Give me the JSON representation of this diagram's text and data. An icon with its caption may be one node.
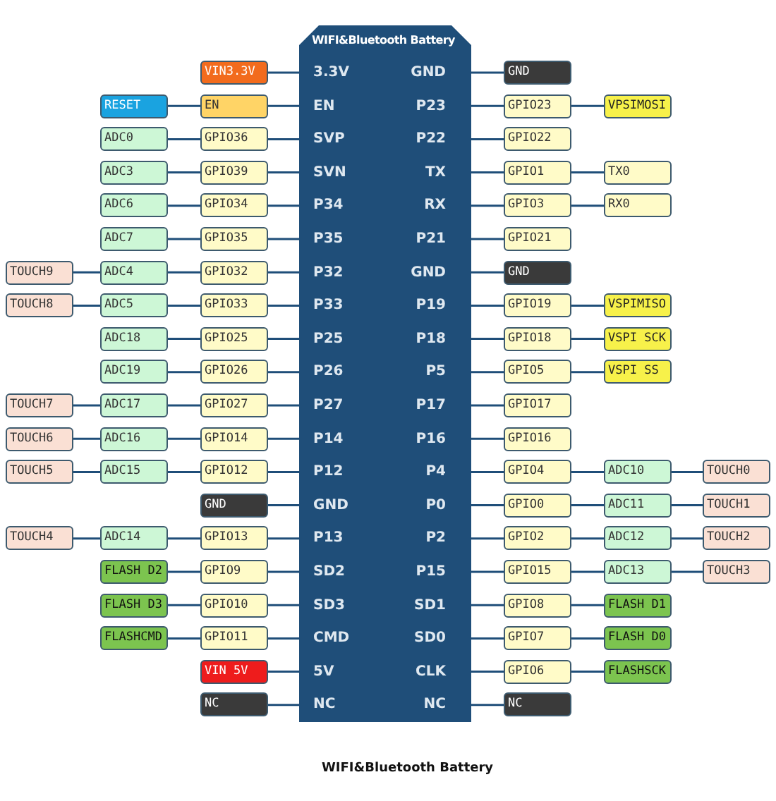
{
  "diagram": {
    "nodes": [
      {
        "text": [
          "WIFI&Bluetooth Battery"
        ]
      },
      {
        "text": [
          "VIN3.3V"
        ]
      },
      {
        "text": [
          "3.3V"
        ],
        "in": 0
      },
      {
        "text": [
          "GND"
        ],
        "in": 0
      },
      {
        "text": [
          "GND"
        ]
      },
      {
        "text": [
          "RESET"
        ]
      },
      {
        "text": [
          "EN"
        ]
      },
      {
        "text": [
          "EN"
        ],
        "in": 0
      },
      {
        "text": [
          "P23"
        ],
        "in": 0
      },
      {
        "text": [
          "GPIO23"
        ]
      },
      {
        "text": [
          "VPSIMOSI"
        ]
      },
      {
        "text": [
          "ADC0"
        ]
      },
      {
        "text": [
          "GPIO36"
        ]
      },
      {
        "text": [
          "SVP"
        ],
        "in": 0
      },
      {
        "text": [
          "P22"
        ],
        "in": 0
      },
      {
        "text": [
          "GPIO22"
        ]
      },
      {
        "text": [
          "ADC3"
        ]
      },
      {
        "text": [
          "GPIO39"
        ]
      },
      {
        "text": [
          "SVN"
        ],
        "in": 0
      },
      {
        "text": [
          "TX"
        ],
        "in": 0
      },
      {
        "text": [
          "GPIO1"
        ]
      },
      {
        "text": [
          "TX0"
        ]
      },
      {
        "text": [
          "ADC6"
        ]
      },
      {
        "text": [
          "GPIO34"
        ]
      },
      {
        "text": [
          "P34"
        ],
        "in": 0
      },
      {
        "text": [
          "RX"
        ],
        "in": 0
      },
      {
        "text": [
          "GPIO3"
        ]
      },
      {
        "text": [
          "RX0"
        ]
      },
      {
        "text": [
          "ADC7"
        ]
      },
      {
        "text": [
          "GPIO35"
        ]
      },
      {
        "text": [
          "P35"
        ],
        "in": 0
      },
      {
        "text": [
          "P21"
        ],
        "in": 0
      },
      {
        "text": [
          "GPIO21"
        ]
      },
      {
        "text": [
          "TOUCH9"
        ]
      },
      {
        "text": [
          "ADC4"
        ]
      },
      {
        "text": [
          "GPIO32"
        ]
      },
      {
        "text": [
          "P32"
        ],
        "in": 0
      },
      {
        "text": [
          "GND"
        ],
        "in": 0
      },
      {
        "text": [
          "GND"
        ]
      },
      {
        "text": [
          "TOUCH8"
        ]
      },
      {
        "text": [
          "ADC5"
        ]
      },
      {
        "text": [
          "GPIO33"
        ]
      },
      {
        "text": [
          "P33"
        ],
        "in": 0
      },
      {
        "text": [
          "P19"
        ],
        "in": 0
      },
      {
        "text": [
          "GPIO19"
        ]
      },
      {
        "text": [
          "VSPIMISO"
        ]
      },
      {
        "text": [
          "ADC18"
        ]
      },
      {
        "text": [
          "GPIO25"
        ]
      },
      {
        "text": [
          "P25"
        ],
        "in": 0
      },
      {
        "text": [
          "P18"
        ],
        "in": 0
      },
      {
        "text": [
          "GPIO18"
        ]
      },
      {
        "text": [
          "VSPI SCK"
        ]
      },
      {
        "text": [
          "ADC19"
        ]
      },
      {
        "text": [
          "GPIO26"
        ]
      },
      {
        "text": [
          "P26"
        ],
        "in": 0
      },
      {
        "text": [
          "P5"
        ],
        "in": 0
      },
      {
        "text": [
          "GPIO5"
        ]
      },
      {
        "text": [
          "VSPI SS"
        ]
      },
      {
        "text": [
          "TOUCH7"
        ]
      },
      {
        "text": [
          "ADC17"
        ]
      },
      {
        "text": [
          "GPIO27"
        ]
      },
      {
        "text": [
          "P27"
        ],
        "in": 0
      },
      {
        "text": [
          "P17"
        ],
        "in": 0
      },
      {
        "text": [
          "GPIO17"
        ]
      },
      {
        "text": [
          "TOUCH6"
        ]
      },
      {
        "text": [
          "ADC16"
        ]
      },
      {
        "text": [
          "GPIO14"
        ]
      },
      {
        "text": [
          "P14"
        ],
        "in": 0
      },
      {
        "text": [
          "P16"
        ],
        "in": 0
      },
      {
        "text": [
          "GPIO16"
        ]
      },
      {
        "text": [
          "TOUCH5"
        ]
      },
      {
        "text": [
          "ADC15"
        ]
      },
      {
        "text": [
          "GPIO12"
        ]
      },
      {
        "text": [
          "P12"
        ],
        "in": 0
      },
      {
        "text": [
          "P4"
        ],
        "in": 0
      },
      {
        "text": [
          "GPIO4"
        ]
      },
      {
        "text": [
          "ADC10"
        ]
      },
      {
        "text": [
          "TOUCH0"
        ]
      },
      {
        "text": [
          "GND"
        ]
      },
      {
        "text": [
          "GND"
        ],
        "in": 0
      },
      {
        "text": [
          "P0"
        ],
        "in": 0
      },
      {
        "text": [
          "GPIO0"
        ]
      },
      {
        "text": [
          "ADC11"
        ]
      },
      {
        "text": [
          "TOUCH1"
        ]
      },
      {
        "text": [
          "TOUCH4"
        ]
      },
      {
        "text": [
          "ADC14"
        ]
      },
      {
        "text": [
          "GPIO13"
        ]
      },
      {
        "text": [
          "P13"
        ],
        "in": 0
      },
      {
        "text": [
          "P2"
        ],
        "in": 0
      },
      {
        "text": [
          "GPIO2"
        ]
      },
      {
        "text": [
          "ADC12"
        ]
      },
      {
        "text": [
          "TOUCH2"
        ]
      },
      {
        "text": [
          "FLASH D2"
        ]
      },
      {
        "text": [
          "GPIO9"
        ]
      },
      {
        "text": [
          "SD2"
        ],
        "in": 0
      },
      {
        "text": [
          "P15"
        ],
        "in": 0
      },
      {
        "text": [
          "GPIO15"
        ]
      },
      {
        "text": [
          "ADC13"
        ]
      },
      {
        "text": [
          "TOUCH3"
        ]
      },
      {
        "text": [
          "FLASH D3"
        ]
      },
      {
        "text": [
          "GPIO10"
        ]
      },
      {
        "text": [
          "SD3"
        ],
        "in": 0
      },
      {
        "text": [
          "SD1"
        ],
        "in": 0
      },
      {
        "text": [
          "GPIO8"
        ]
      },
      {
        "text": [
          "FLASH D1"
        ]
      },
      {
        "text": [
          "FLASHCMD"
        ]
      },
      {
        "text": [
          "GPIO11"
        ]
      },
      {
        "text": [
          "CMD"
        ],
        "in": 0
      },
      {
        "text": [
          "SD0"
        ],
        "in": 0
      },
      {
        "text": [
          "GPIO7"
        ]
      },
      {
        "text": [
          "FLASH D0"
        ]
      },
      {
        "text": [
          "VIN 5V"
        ]
      },
      {
        "text": [
          "5V"
        ],
        "in": 0
      },
      {
        "text": [
          "CLK"
        ],
        "in": 0
      },
      {
        "text": [
          "GPIO6"
        ]
      },
      {
        "text": [
          "FLASHSCK"
        ]
      },
      {
        "text": [
          "NC"
        ]
      },
      {
        "text": [
          "NC"
        ],
        "in": 0
      },
      {
        "text": [
          "NC"
        ],
        "in": 0
      },
      {
        "text": [
          "NC"
        ]
      }
    ],
    "edges": [
      {
        "from": 2,
        "to": 1,
        "arrow": "none"
      },
      {
        "from": 3,
        "to": 4,
        "arrow": "none"
      },
      {
        "from": 7,
        "to": 6,
        "arrow": "none"
      },
      {
        "from": 6,
        "to": 5,
        "arrow": "none"
      },
      {
        "from": 8,
        "to": 9,
        "arrow": "none"
      },
      {
        "from": 9,
        "to": 10,
        "arrow": "none"
      },
      {
        "from": 13,
        "to": 12,
        "arrow": "none"
      },
      {
        "from": 12,
        "to": 11,
        "arrow": "none"
      },
      {
        "from": 14,
        "to": 15,
        "arrow": "none"
      },
      {
        "from": 18,
        "to": 17,
        "arrow": "none"
      },
      {
        "from": 17,
        "to": 16,
        "arrow": "none"
      },
      {
        "from": 19,
        "to": 20,
        "arrow": "none"
      },
      {
        "from": 20,
        "to": 21,
        "arrow": "none"
      },
      {
        "from": 24,
        "to": 23,
        "arrow": "none"
      },
      {
        "from": 23,
        "to": 22,
        "arrow": "none"
      },
      {
        "from": 25,
        "to": 26,
        "arrow": "none"
      },
      {
        "from": 26,
        "to": 27,
        "arrow": "none"
      },
      {
        "from": 30,
        "to": 29,
        "arrow": "none"
      },
      {
        "from": 29,
        "to": 28,
        "arrow": "none"
      },
      {
        "from": 31,
        "to": 32,
        "arrow": "none"
      },
      {
        "from": 36,
        "to": 35,
        "arrow": "none"
      },
      {
        "from": 35,
        "to": 34,
        "arrow": "none"
      },
      {
        "from": 34,
        "to": 33,
        "arrow": "none"
      },
      {
        "from": 37,
        "to": 38,
        "arrow": "none"
      },
      {
        "from": 42,
        "to": 41,
        "arrow": "none"
      },
      {
        "from": 41,
        "to": 40,
        "arrow": "none"
      },
      {
        "from": 40,
        "to": 39,
        "arrow": "none"
      },
      {
        "from": 43,
        "to": 44,
        "arrow": "none"
      },
      {
        "from": 44,
        "to": 45,
        "arrow": "none"
      },
      {
        "from": 48,
        "to": 47,
        "arrow": "none"
      },
      {
        "from": 47,
        "to": 46,
        "arrow": "none"
      },
      {
        "from": 49,
        "to": 50,
        "arrow": "none"
      },
      {
        "from": 50,
        "to": 51,
        "arrow": "none"
      },
      {
        "from": 54,
        "to": 53,
        "arrow": "none"
      },
      {
        "from": 53,
        "to": 52,
        "arrow": "none"
      },
      {
        "from": 55,
        "to": 56,
        "arrow": "none"
      },
      {
        "from": 56,
        "to": 57,
        "arrow": "none"
      },
      {
        "from": 61,
        "to": 60,
        "arrow": "none"
      },
      {
        "from": 60,
        "to": 59,
        "arrow": "none"
      },
      {
        "from": 59,
        "to": 58,
        "arrow": "none"
      },
      {
        "from": 62,
        "to": 63,
        "arrow": "none"
      },
      {
        "from": 67,
        "to": 66,
        "arrow": "none"
      },
      {
        "from": 66,
        "to": 65,
        "arrow": "none"
      },
      {
        "from": 65,
        "to": 64,
        "arrow": "none"
      },
      {
        "from": 68,
        "to": 69,
        "arrow": "none"
      },
      {
        "from": 73,
        "to": 72,
        "arrow": "none"
      },
      {
        "from": 72,
        "to": 71,
        "arrow": "none"
      },
      {
        "from": 71,
        "to": 70,
        "arrow": "none"
      },
      {
        "from": 74,
        "to": 75,
        "arrow": "none"
      },
      {
        "from": 75,
        "to": 76,
        "arrow": "none"
      },
      {
        "from": 76,
        "to": 77,
        "arrow": "none"
      },
      {
        "from": 79,
        "to": 78,
        "arrow": "none"
      },
      {
        "from": 80,
        "to": 81,
        "arrow": "none"
      },
      {
        "from": 81,
        "to": 82,
        "arrow": "none"
      },
      {
        "from": 82,
        "to": 83,
        "arrow": "none"
      },
      {
        "from": 87,
        "to": 86,
        "arrow": "none"
      },
      {
        "from": 86,
        "to": 85,
        "arrow": "none"
      },
      {
        "from": 85,
        "to": 84,
        "arrow": "none"
      },
      {
        "from": 88,
        "to": 89,
        "arrow": "none"
      },
      {
        "from": 89,
        "to": 90,
        "arrow": "none"
      },
      {
        "from": 90,
        "to": 91,
        "arrow": "none"
      },
      {
        "from": 94,
        "to": 93,
        "arrow": "none"
      },
      {
        "from": 93,
        "to": 92,
        "arrow": "none"
      },
      {
        "from": 95,
        "to": 96,
        "arrow": "none"
      },
      {
        "from": 96,
        "to": 97,
        "arrow": "none"
      },
      {
        "from": 97,
        "to": 98,
        "arrow": "none"
      },
      {
        "from": 101,
        "to": 100,
        "arrow": "none"
      },
      {
        "from": 100,
        "to": 99,
        "arrow": "none"
      },
      {
        "from": 102,
        "to": 103,
        "arrow": "none"
      },
      {
        "from": 103,
        "to": 104,
        "arrow": "none"
      },
      {
        "from": 107,
        "to": 106,
        "arrow": "none"
      },
      {
        "from": 106,
        "to": 105,
        "arrow": "none"
      },
      {
        "from": 108,
        "to": 109,
        "arrow": "none"
      },
      {
        "from": 109,
        "to": 110,
        "arrow": "none"
      },
      {
        "from": 112,
        "to": 111,
        "arrow": "none"
      },
      {
        "from": 113,
        "to": 114,
        "arrow": "none"
      },
      {
        "from": 114,
        "to": 115,
        "arrow": "none"
      },
      {
        "from": 117,
        "to": 116,
        "arrow": "none"
      },
      {
        "from": 118,
        "to": 119,
        "arrow": "none"
      }
    ],
    "labels": [
      "WIFI&Bluetooth Battery"
    ]
  }
}
